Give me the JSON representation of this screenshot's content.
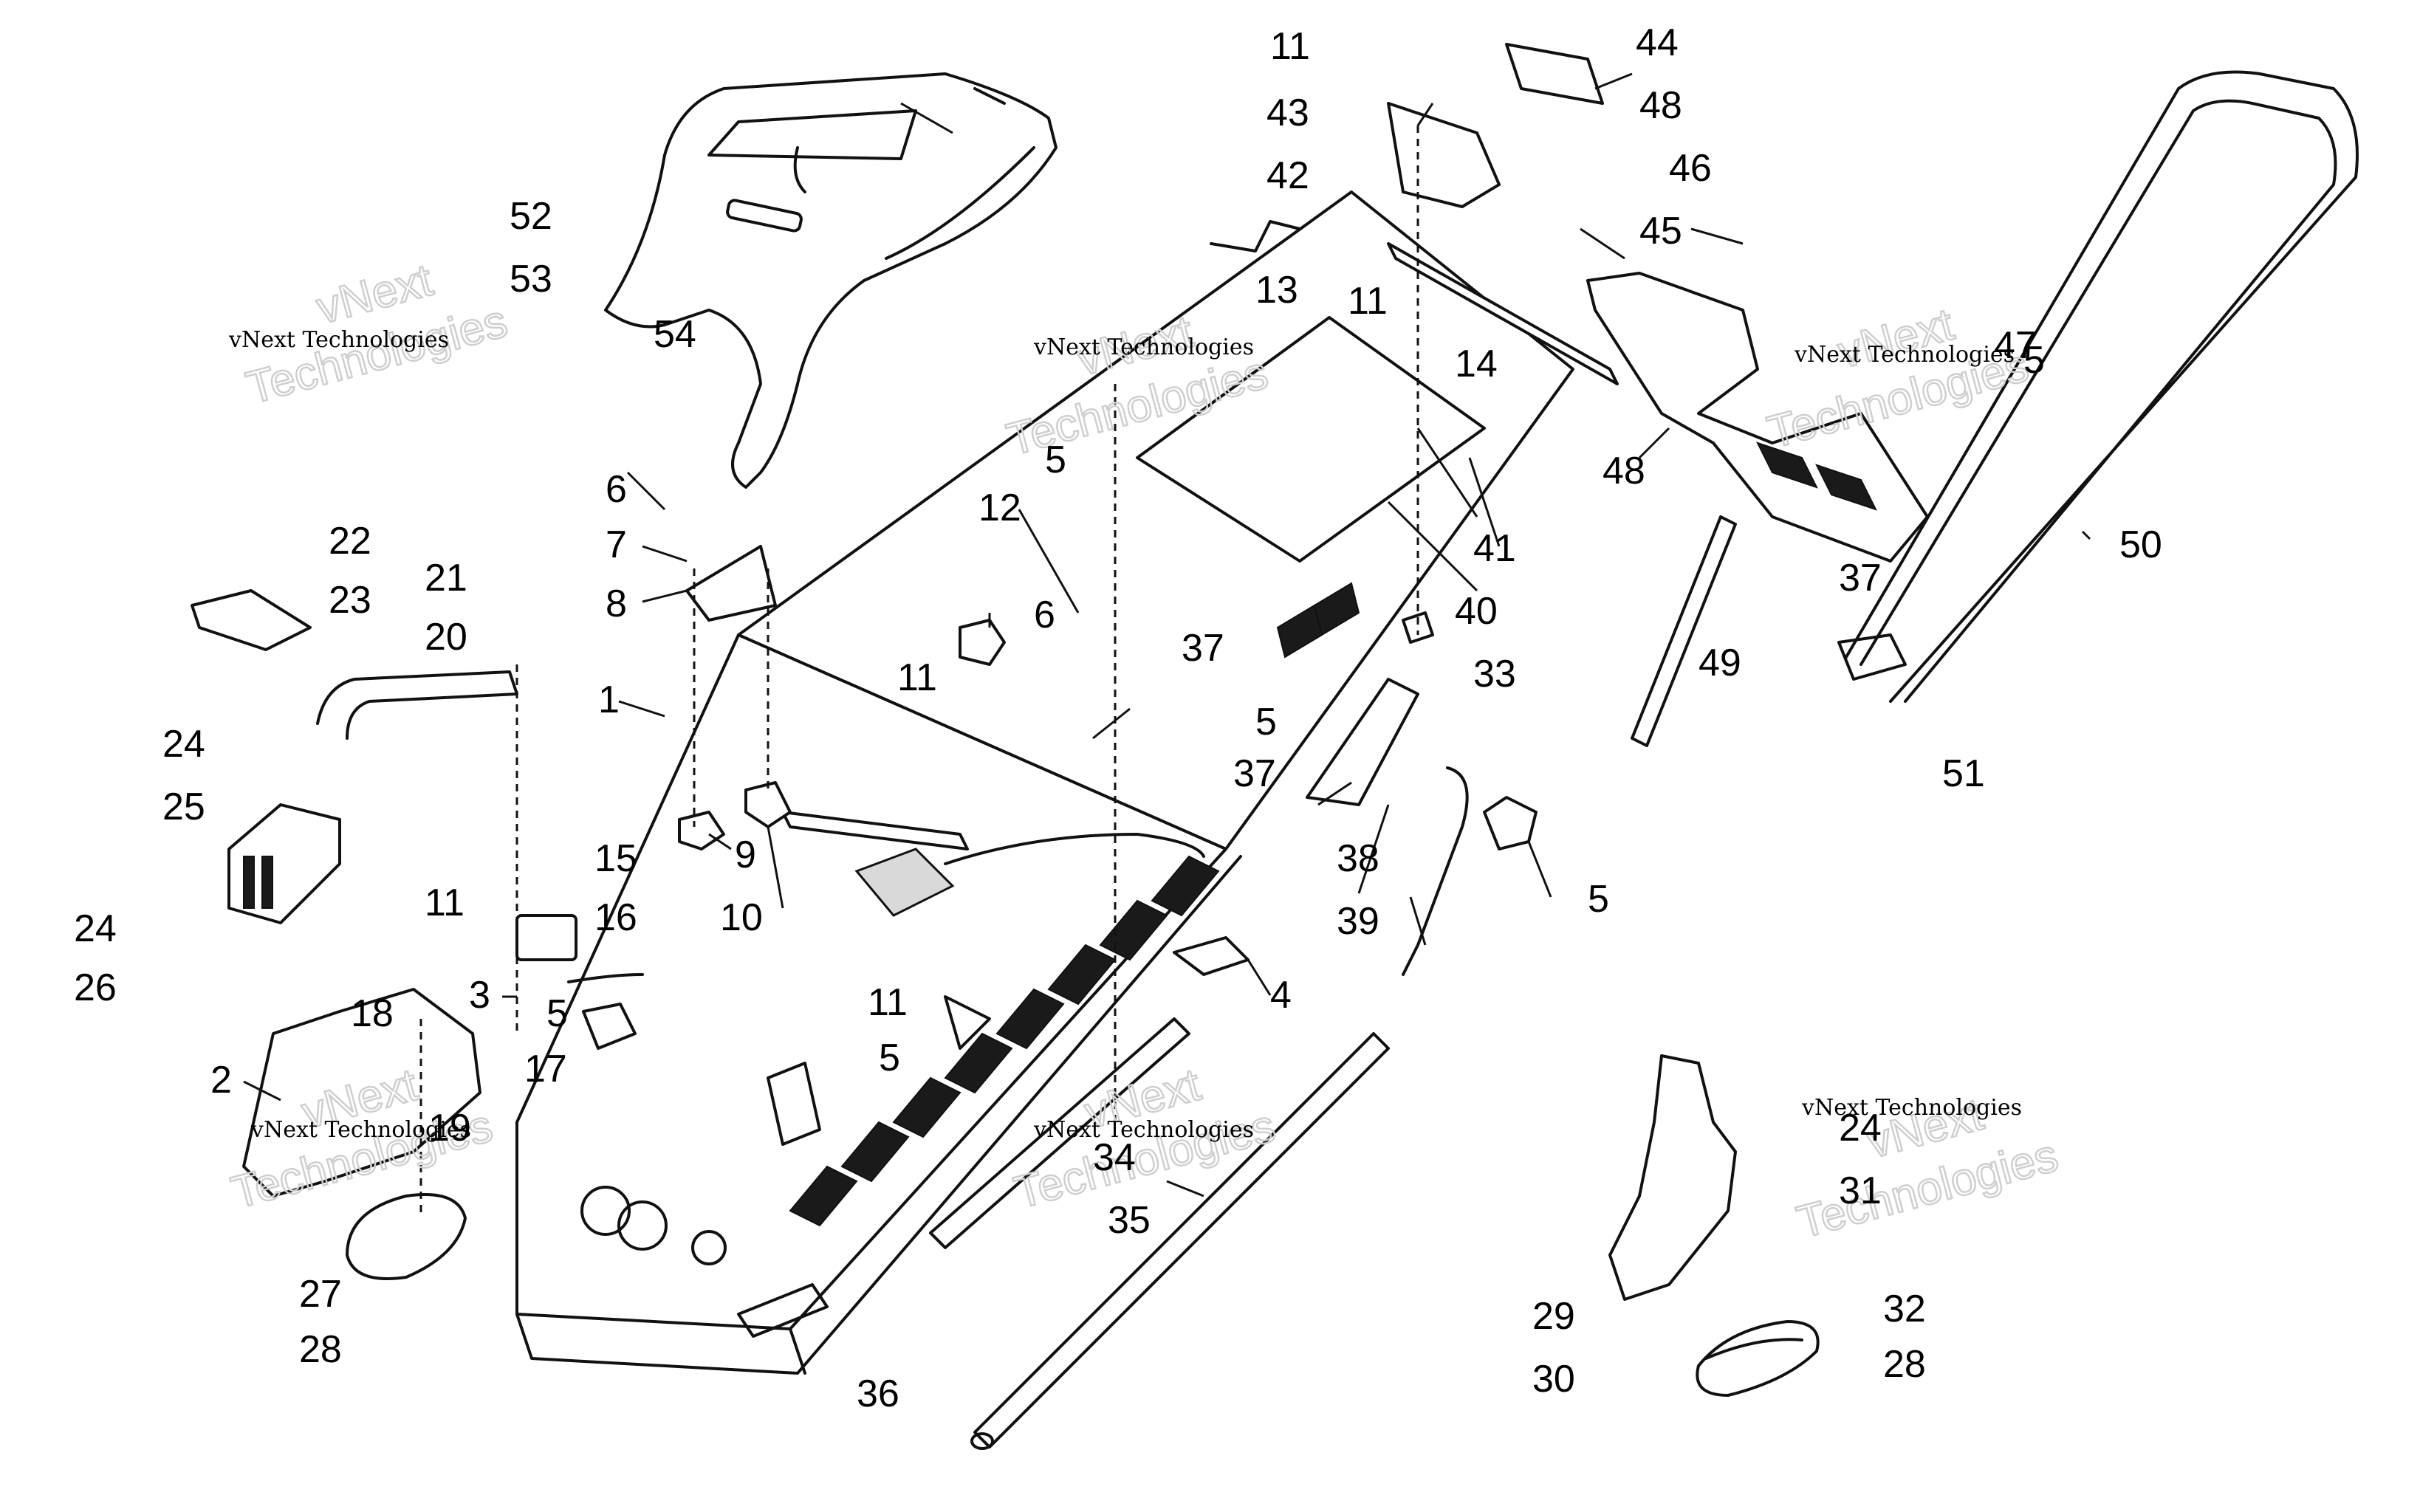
{
  "diagram": {
    "watermark": {
      "line1": "vNext",
      "line2": "Technologies",
      "small": "vNext Technologies"
    },
    "callouts": [
      "1",
      "2",
      "3",
      "4",
      "5",
      "6",
      "7",
      "8",
      "9",
      "10",
      "11",
      "12",
      "13",
      "14",
      "15",
      "16",
      "17",
      "18",
      "19",
      "20",
      "21",
      "22",
      "23",
      "24",
      "25",
      "26",
      "27",
      "28",
      "29",
      "30",
      "31",
      "32",
      "33",
      "34",
      "35",
      "36",
      "37",
      "38",
      "39",
      "40",
      "41",
      "42",
      "43",
      "44",
      "45",
      "46",
      "47",
      "48",
      "49",
      "50",
      "51",
      "52",
      "53",
      "54"
    ]
  }
}
